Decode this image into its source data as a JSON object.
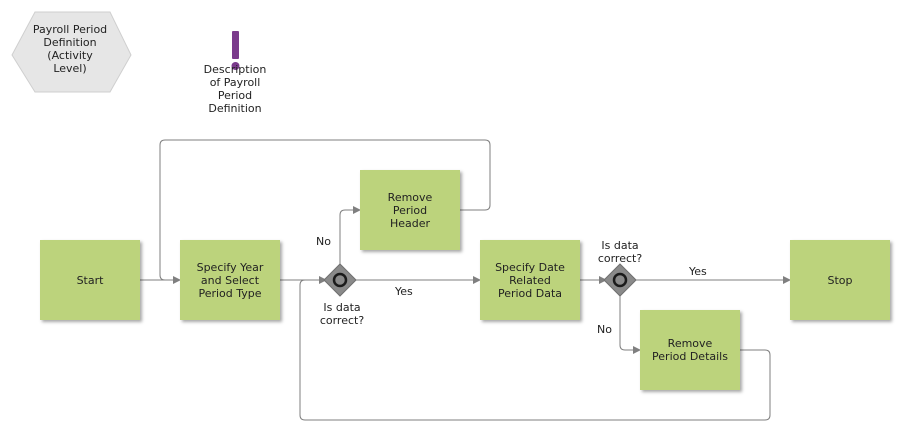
{
  "colors": {
    "task_fill": "#bcd37c",
    "hexagon_fill": "#e6e6e6",
    "exclamation": "#7b3b8c",
    "line": "#7f7f7f",
    "gateway": "#8a8a8a"
  },
  "header": {
    "hexagon_label": "Payroll Period\nDefinition\n(Activity\nLevel)",
    "description_label": "Description\nof Payroll\nPeriod\nDefinition",
    "description_icon": "exclamation-icon"
  },
  "tasks": {
    "start": "Start",
    "specify_year": "Specify Year\nand Select\nPeriod Type",
    "remove_header": "Remove\nPeriod\nHeader",
    "specify_date": "Specify Date\nRelated\nPeriod Data",
    "remove_details": "Remove\nPeriod Details",
    "stop": "Stop"
  },
  "gateways": {
    "first_label": "Is data\ncorrect?",
    "second_label": "Is data\ncorrect?"
  },
  "edge_labels": {
    "g1_no": "No",
    "g1_yes": "Yes",
    "g2_yes": "Yes",
    "g2_no": "No"
  }
}
